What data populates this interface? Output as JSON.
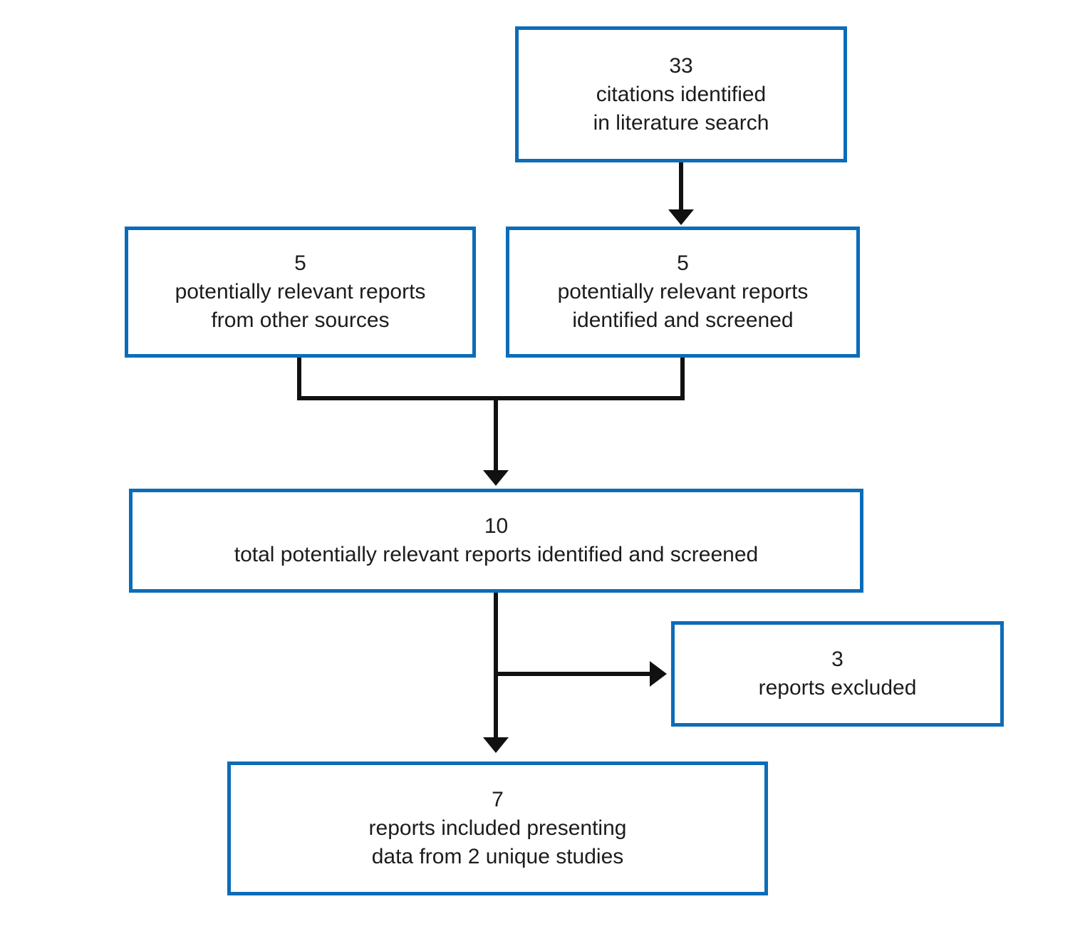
{
  "diagram": {
    "title": "literature search flow diagram",
    "colors": {
      "box_border": "#0c6cb8",
      "box_fill": "#ffffff",
      "connector": "#111111",
      "text": "#1c1c1c"
    },
    "nodes": [
      {
        "id": "citations-identified",
        "count": "33",
        "lines": [
          "citations identified",
          "in literature search"
        ]
      },
      {
        "id": "other-sources",
        "count": "5",
        "lines": [
          "potentially relevant reports",
          "from other sources"
        ]
      },
      {
        "id": "identified-and-screened",
        "count": "5",
        "lines": [
          "potentially relevant reports",
          "identified and screened"
        ]
      },
      {
        "id": "total-screened",
        "count": "10",
        "lines": [
          "total potentially relevant reports identified and screened"
        ]
      },
      {
        "id": "reports-excluded",
        "count": "3",
        "lines": [
          "reports excluded"
        ]
      },
      {
        "id": "reports-included",
        "count": "7",
        "lines": [
          "reports included presenting",
          "data from 2 unique studies"
        ]
      }
    ],
    "edges": [
      {
        "from": "citations-identified",
        "to": "identified-and-screened"
      },
      {
        "from": "other-sources",
        "to": "total-screened"
      },
      {
        "from": "identified-and-screened",
        "to": "total-screened"
      },
      {
        "from": "total-screened",
        "to": "reports-excluded"
      },
      {
        "from": "total-screened",
        "to": "reports-included"
      }
    ]
  }
}
